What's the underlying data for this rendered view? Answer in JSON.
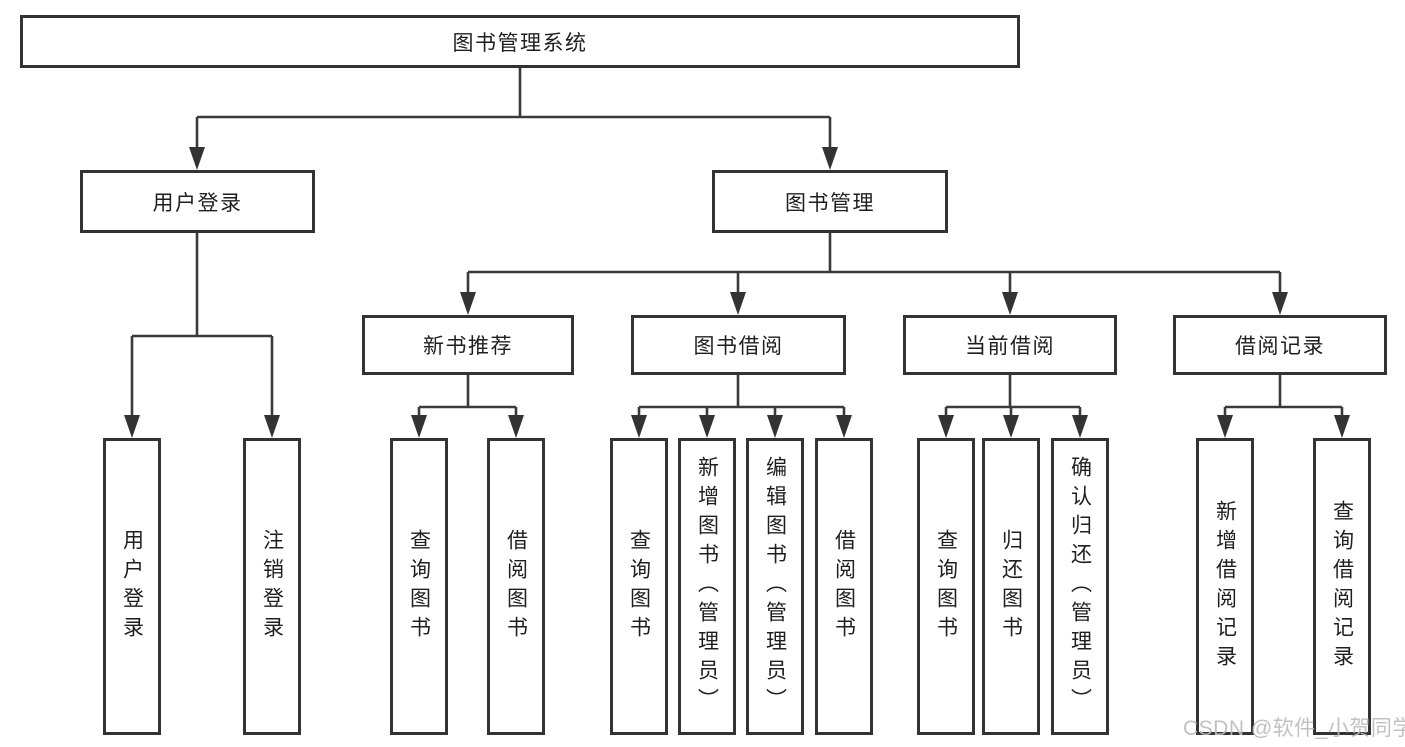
{
  "diagram": {
    "root": {
      "label": "图书管理系统"
    },
    "level2": [
      {
        "label": "用户登录"
      },
      {
        "label": "图书管理"
      }
    ],
    "level3": [
      {
        "label": "新书推荐"
      },
      {
        "label": "图书借阅"
      },
      {
        "label": "当前借阅"
      },
      {
        "label": "借阅记录"
      }
    ],
    "leaves": [
      {
        "label": "用户登录"
      },
      {
        "label": "注销登录"
      },
      {
        "label": "查询图书"
      },
      {
        "label": "借阅图书"
      },
      {
        "label": "查询图书"
      },
      {
        "label": "新增图书（管理员）"
      },
      {
        "label": "编辑图书（管理员）"
      },
      {
        "label": "借阅图书"
      },
      {
        "label": "查询图书"
      },
      {
        "label": "归还图书"
      },
      {
        "label": "确认归还（管理员）"
      },
      {
        "label": "新增借阅记录"
      },
      {
        "label": "查询借阅记录"
      }
    ],
    "colors": {
      "line": "#3a3a3a",
      "box_border": "#333333",
      "text": "#1f1f1f",
      "background": "#ffffff",
      "watermark": "#bcbcbc"
    }
  },
  "watermark": {
    "text": "CSDN @软件_小贺同学"
  }
}
